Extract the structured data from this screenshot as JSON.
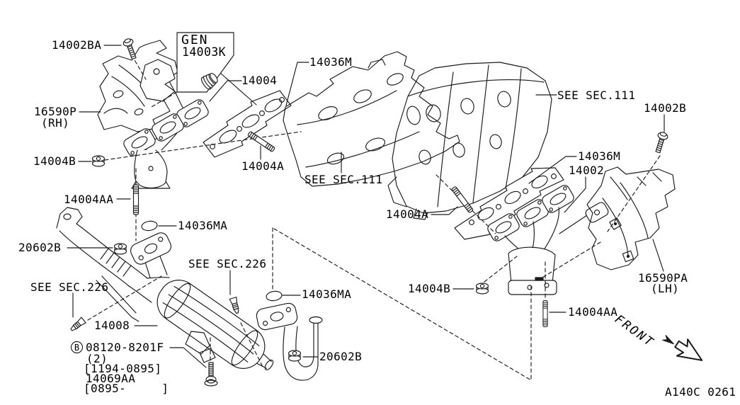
{
  "diagram": {
    "drawing_code": "A140C 0261",
    "front_label": "FRONT",
    "line_color": "#1a1a1a",
    "background_color": "#ffffff",
    "gen_box": {
      "title": "GEN",
      "part": "14003K"
    },
    "callouts": {
      "bolt_14002ba": "14002BA",
      "gasket_14004": "14004",
      "gasket_14036m_left": "14036M",
      "see_sec_111_center": "SEE SEC.111",
      "see_sec_111_right": "SEE SEC.111",
      "bolt_14002b": "14002B",
      "shield_16590p": "16590P",
      "shield_16590p_side": "(RH)",
      "nut_14004b_left": "14004B",
      "stud_14004a_left": "14004A",
      "stud_14004aa_left": "14004AA",
      "ring_14036ma_left": "14036MA",
      "nut_20602b_left": "20602B",
      "see_sec_226_upper": "SEE SEC.226",
      "see_sec_226_lower": "SEE SEC.226",
      "gasket_14036m_right": "14036M",
      "manifold_14002": "14002",
      "stud_14004a_right": "14004A",
      "nut_14004b_right": "14004B",
      "pipe_14008": "14008",
      "bolt_ref_circle": "B",
      "bolt_ref_number": "08120-8201F",
      "bolt_ref_qty": "(2)",
      "bolt_ref_range1": "[1194-0895]",
      "bolt_ref_alt": "14069AA",
      "bolt_ref_range2": "[0895-     ]",
      "nut_20602b_bottom": "20602B",
      "ring_14036ma_right": "14036MA",
      "shield_16590pa": "16590PA",
      "shield_16590pa_side": "(LH)",
      "stud_14004aa_right": "14004AA"
    }
  }
}
